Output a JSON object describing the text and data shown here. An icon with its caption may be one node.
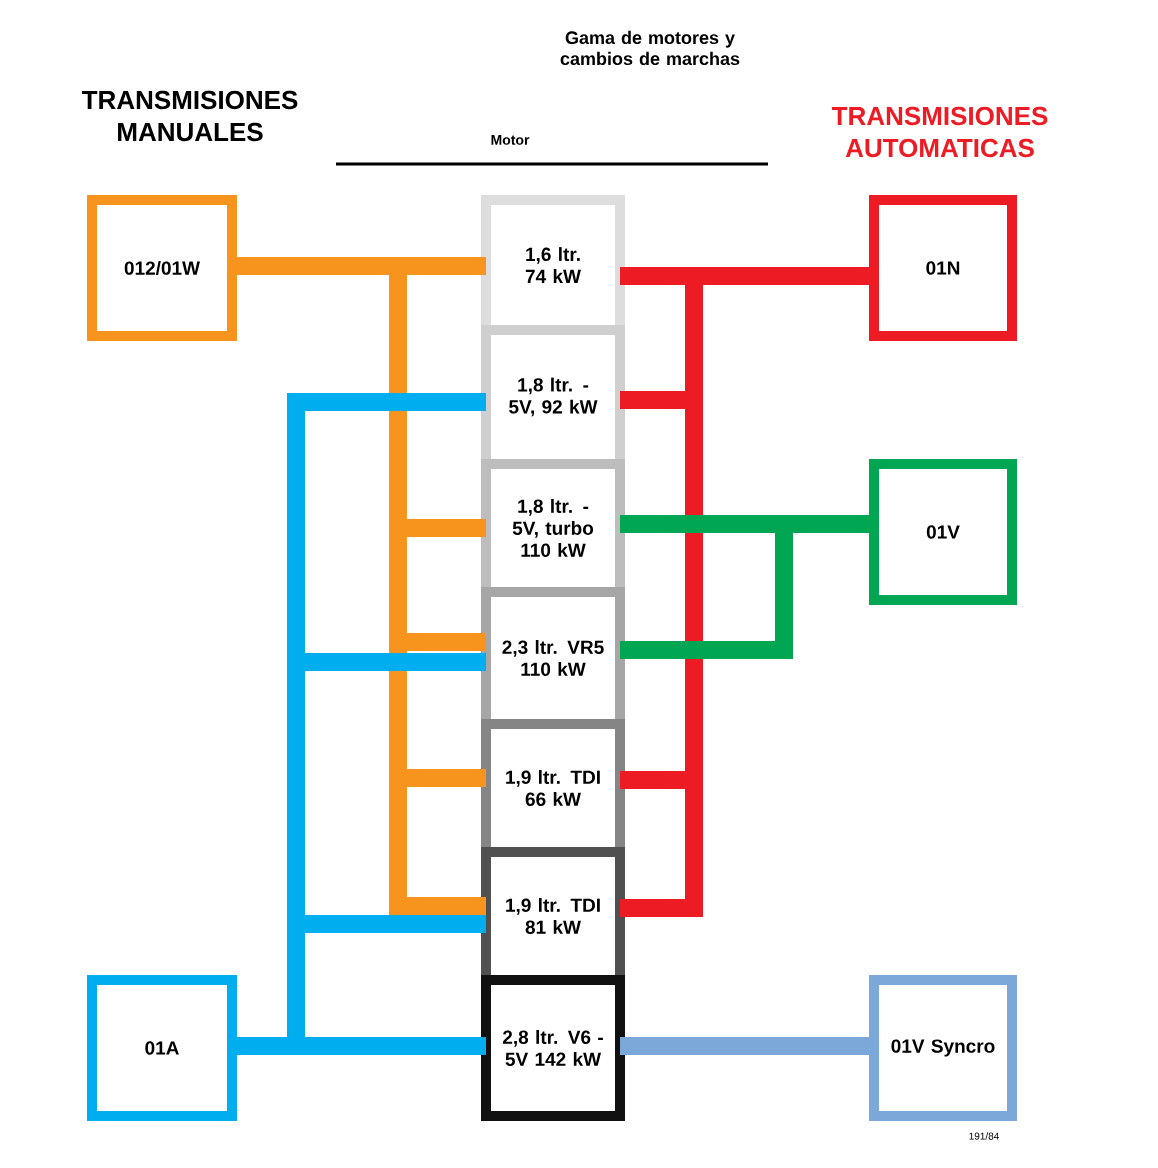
{
  "diagram": {
    "title": "Gama de motores y cambios de marchas",
    "nodes": [
      {
        "text": [
          "012/01W"
        ]
      },
      {
        "text": [
          "01A"
        ]
      },
      {
        "text": [
          "1,6 ltr. 74 kW"
        ]
      },
      {
        "text": [
          "1,8 ltr. - 5V, 92 kW"
        ]
      },
      {
        "text": [
          "1,8 ltr. - 5V, turbo 110 kW"
        ]
      },
      {
        "text": [
          "2,3 ltr. VR5 110 kW"
        ]
      },
      {
        "text": [
          "1,9 ltr. TDI 66 kW"
        ]
      },
      {
        "text": [
          "1,9 ltr. TDI 81 kW"
        ]
      },
      {
        "text": [
          "2,8 ltr. V6 - 5V 142 kW"
        ]
      },
      {
        "text": [
          "01N"
        ]
      },
      {
        "text": [
          "01V"
        ]
      },
      {
        "text": [
          "01V Syncro"
        ]
      }
    ],
    "edges": [
      {
        "from": 0,
        "to": 2,
        "arrow": "none"
      },
      {
        "from": 0,
        "to": 4,
        "arrow": "none"
      },
      {
        "from": 0,
        "to": 5,
        "arrow": "none"
      },
      {
        "from": 0,
        "to": 6,
        "arrow": "none"
      },
      {
        "from": 0,
        "to": 7,
        "arrow": "none"
      },
      {
        "from": 1,
        "to": 3,
        "arrow": "none",
        "color": "#00aeef"
      },
      {
        "from": 1,
        "to": 5,
        "arrow": "none",
        "color": "#00aeef"
      },
      {
        "from": 1,
        "to": 7,
        "arrow": "none",
        "color": "#00aeef"
      },
      {
        "from": 1,
        "to": 8,
        "arrow": "none",
        "color": "#00aeef"
      },
      {
        "from": 9,
        "to": 2,
        "arrow": "none",
        "color": "#ed1c24"
      },
      {
        "from": 9,
        "to": 3,
        "arrow": "none",
        "color": "#ed1c24"
      },
      {
        "from": 9,
        "to": 6,
        "arrow": "none",
        "color": "#ed1c24"
      },
      {
        "from": 9,
        "to": 7,
        "arrow": "none",
        "color": "#ed1c24"
      },
      {
        "from": 10,
        "to": 4,
        "arrow": "none",
        "color": "#00a651"
      },
      {
        "from": 10,
        "to": 5,
        "arrow": "none",
        "color": "#00a651"
      },
      {
        "from": 11,
        "to": 8,
        "arrow": "none",
        "color": "#7ba7d9"
      }
    ],
    "labels": [
      "TRANSMISIONES MANUALES",
      "Motor",
      "TRANSMISIONES AUTOMATICAS",
      "191/84"
    ]
  }
}
